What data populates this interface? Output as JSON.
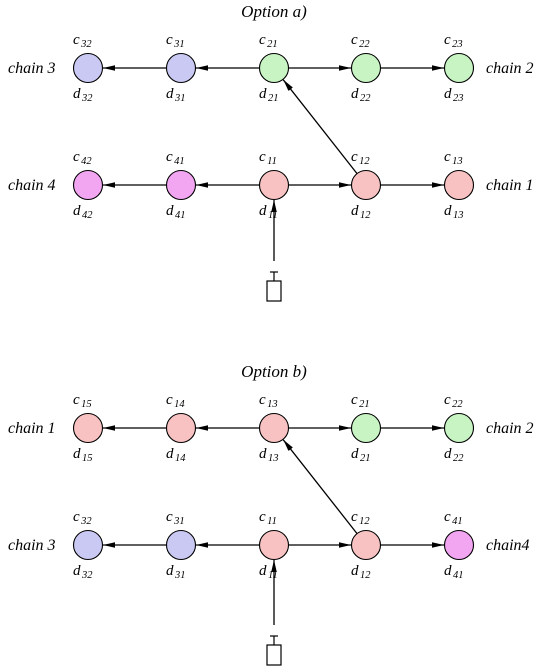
{
  "colors": {
    "blue": "#c9c9f4",
    "green": "#c8f4c4",
    "red": "#f8c2c2",
    "magenta": "#f2a6f2",
    "stroke": "#000000"
  },
  "panels": [
    {
      "title": "Option a)",
      "chains": [
        "chain 3",
        "chain 2",
        "chain 4",
        "chain 1"
      ],
      "nodes": [
        {
          "c": "32",
          "d": "32",
          "color": "blue"
        },
        {
          "c": "31",
          "d": "31",
          "color": "blue"
        },
        {
          "c": "21",
          "d": "21",
          "color": "green"
        },
        {
          "c": "22",
          "d": "22",
          "color": "green"
        },
        {
          "c": "23",
          "d": "23",
          "color": "green"
        },
        {
          "c": "42",
          "d": "42",
          "color": "magenta"
        },
        {
          "c": "41",
          "d": "41",
          "color": "magenta"
        },
        {
          "c": "11",
          "d": "11",
          "color": "red"
        },
        {
          "c": "12",
          "d": "12",
          "color": "red"
        },
        {
          "c": "13",
          "d": "13",
          "color": "red"
        }
      ]
    },
    {
      "title": "Option b)",
      "chains": [
        "chain 1",
        "chain 2",
        "chain 3",
        "chain4"
      ],
      "nodes": [
        {
          "c": "15",
          "d": "15",
          "color": "red"
        },
        {
          "c": "14",
          "d": "14",
          "color": "red"
        },
        {
          "c": "13",
          "d": "13",
          "color": "red"
        },
        {
          "c": "21",
          "d": "21",
          "color": "green"
        },
        {
          "c": "22",
          "d": "22",
          "color": "green"
        },
        {
          "c": "32",
          "d": "32",
          "color": "blue"
        },
        {
          "c": "31",
          "d": "31",
          "color": "blue"
        },
        {
          "c": "11",
          "d": "11",
          "color": "red"
        },
        {
          "c": "12",
          "d": "12",
          "color": "red"
        },
        {
          "c": "41",
          "d": "41",
          "color": "magenta"
        }
      ]
    }
  ]
}
